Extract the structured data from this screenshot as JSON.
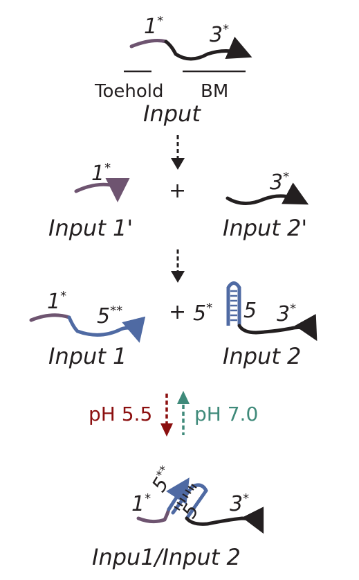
{
  "colors": {
    "ink": "#231f20",
    "toehold_strand": "#6e5470",
    "domain5_strand": "#4f6aa3",
    "acid": "#8b0f0f",
    "neutral": "#3f8a7a"
  },
  "top": {
    "domain_1": "1",
    "domain_3": "3",
    "star": "*",
    "toehold_label": "Toehold",
    "bm_label": "BM",
    "name": "Input"
  },
  "split": {
    "plus": "+",
    "input1_domain": "1",
    "input2_domain": "3",
    "star": "*",
    "input1_name": "Input 1'",
    "input2_name": "Input 2'"
  },
  "modified": {
    "plus": "+",
    "domain_1": "1",
    "domain_5ss": "5",
    "double_star": "**",
    "star": "*",
    "domain_5s_left": "5",
    "domain_5": "5",
    "domain_3": "3",
    "input1_name": "Input 1",
    "input2_name": "Input 2"
  },
  "conditions": {
    "acid_label": "pH 5.5",
    "neutral_label": "pH 7.0"
  },
  "complex": {
    "domain_5ss": "5",
    "double_star": "**",
    "domain_1": "1",
    "star": "*",
    "domain_5": "5",
    "domain_3": "3",
    "name": "Inpu1/Input 2"
  }
}
